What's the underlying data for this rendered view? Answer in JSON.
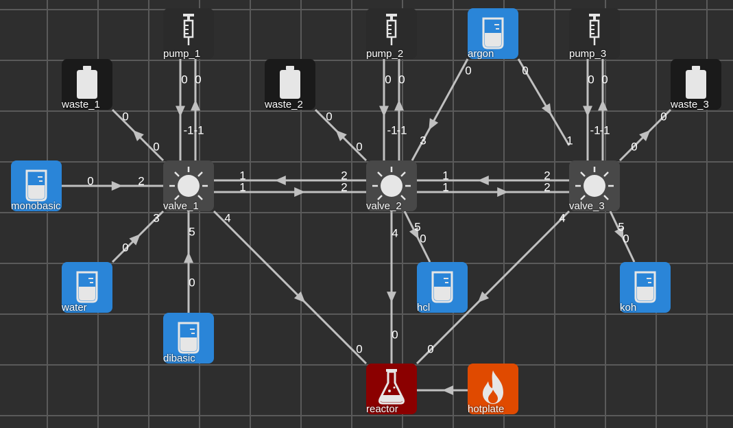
{
  "colors": {
    "background": "#2e2e2e",
    "grid": "#5a5a5a",
    "edge": "#c0c0c0",
    "pump": "#2b2b2b",
    "waste": "#1a1a1a",
    "valve": "#484848",
    "reagent": "#2a85d8",
    "reactor": "#8b0000",
    "hotplate": "#e04a00",
    "icon": "#e6e6e6"
  },
  "nodes": [
    {
      "id": "pump_1",
      "label": "pump_1",
      "type": "pump",
      "icon": "syringe-icon"
    },
    {
      "id": "pump_2",
      "label": "pump_2",
      "type": "pump",
      "icon": "syringe-icon"
    },
    {
      "id": "pump_3",
      "label": "pump_3",
      "type": "pump",
      "icon": "syringe-icon"
    },
    {
      "id": "argon",
      "label": "argon",
      "type": "reagent",
      "icon": "beaker-icon"
    },
    {
      "id": "waste_1",
      "label": "waste_1",
      "type": "waste",
      "icon": "waste-container-icon"
    },
    {
      "id": "waste_2",
      "label": "waste_2",
      "type": "waste",
      "icon": "waste-container-icon"
    },
    {
      "id": "waste_3",
      "label": "waste_3",
      "type": "waste",
      "icon": "waste-container-icon"
    },
    {
      "id": "monobasic",
      "label": "monobasic",
      "type": "reagent",
      "icon": "beaker-icon"
    },
    {
      "id": "valve_1",
      "label": "valve_1",
      "type": "valve",
      "icon": "valve-icon"
    },
    {
      "id": "valve_2",
      "label": "valve_2",
      "type": "valve",
      "icon": "valve-icon"
    },
    {
      "id": "valve_3",
      "label": "valve_3",
      "type": "valve",
      "icon": "valve-icon"
    },
    {
      "id": "water",
      "label": "water",
      "type": "reagent",
      "icon": "beaker-icon"
    },
    {
      "id": "hcl",
      "label": "hcl",
      "type": "reagent",
      "icon": "beaker-icon"
    },
    {
      "id": "koh",
      "label": "koh",
      "type": "reagent",
      "icon": "beaker-icon"
    },
    {
      "id": "dibasic",
      "label": "dibasic",
      "type": "reagent",
      "icon": "beaker-icon"
    },
    {
      "id": "reactor",
      "label": "reactor",
      "type": "reactor",
      "icon": "flask-icon"
    },
    {
      "id": "hotplate",
      "label": "hotplate",
      "type": "hotplate",
      "icon": "flame-icon"
    }
  ],
  "edges": [
    {
      "from": "pump_1",
      "to": "valve_1",
      "source_port": "0",
      "target_port": "-1"
    },
    {
      "from": "valve_1",
      "to": "pump_1",
      "source_port": "-1",
      "target_port": "0"
    },
    {
      "from": "valve_1",
      "to": "waste_1",
      "source_port": "0",
      "target_port": "0"
    },
    {
      "from": "monobasic",
      "to": "valve_1",
      "source_port": "0",
      "target_port": "2"
    },
    {
      "from": "water",
      "to": "valve_1",
      "source_port": "0",
      "target_port": "3"
    },
    {
      "from": "dibasic",
      "to": "valve_1",
      "source_port": "0",
      "target_port": "5"
    },
    {
      "from": "valve_1",
      "to": "reactor",
      "source_port": "4",
      "target_port": "0"
    },
    {
      "from": "valve_2",
      "to": "valve_1",
      "source_port": "2",
      "target_port": "1"
    },
    {
      "from": "valve_1",
      "to": "valve_2",
      "source_port": "1",
      "target_port": "2"
    },
    {
      "from": "pump_2",
      "to": "valve_2",
      "source_port": "0",
      "target_port": "-1"
    },
    {
      "from": "valve_2",
      "to": "pump_2",
      "source_port": "-1",
      "target_port": "0"
    },
    {
      "from": "valve_2",
      "to": "waste_2",
      "source_port": "0",
      "target_port": "0"
    },
    {
      "from": "argon",
      "to": "valve_2",
      "source_port": "0",
      "target_port": "3"
    },
    {
      "from": "valve_2",
      "to": "reactor",
      "source_port": "4",
      "target_port": "0"
    },
    {
      "from": "valve_2",
      "to": "hcl",
      "source_port": "5",
      "target_port": "0"
    },
    {
      "from": "valve_3",
      "to": "valve_2",
      "source_port": "2",
      "target_port": "1"
    },
    {
      "from": "valve_2",
      "to": "valve_3",
      "source_port": "1",
      "target_port": "2"
    },
    {
      "from": "argon",
      "to": "valve_3",
      "source_port": "0",
      "target_port": "1"
    },
    {
      "from": "pump_3",
      "to": "valve_3",
      "source_port": "0",
      "target_port": "-1"
    },
    {
      "from": "valve_3",
      "to": "pump_3",
      "source_port": "-1",
      "target_port": "0"
    },
    {
      "from": "valve_3",
      "to": "waste_3",
      "source_port": "0",
      "target_port": "0"
    },
    {
      "from": "valve_3",
      "to": "reactor",
      "source_port": "4",
      "target_port": "0"
    },
    {
      "from": "valve_3",
      "to": "koh",
      "source_port": "5",
      "target_port": "0"
    },
    {
      "from": "hotplate",
      "to": "reactor",
      "source_port": "",
      "target_port": ""
    }
  ]
}
